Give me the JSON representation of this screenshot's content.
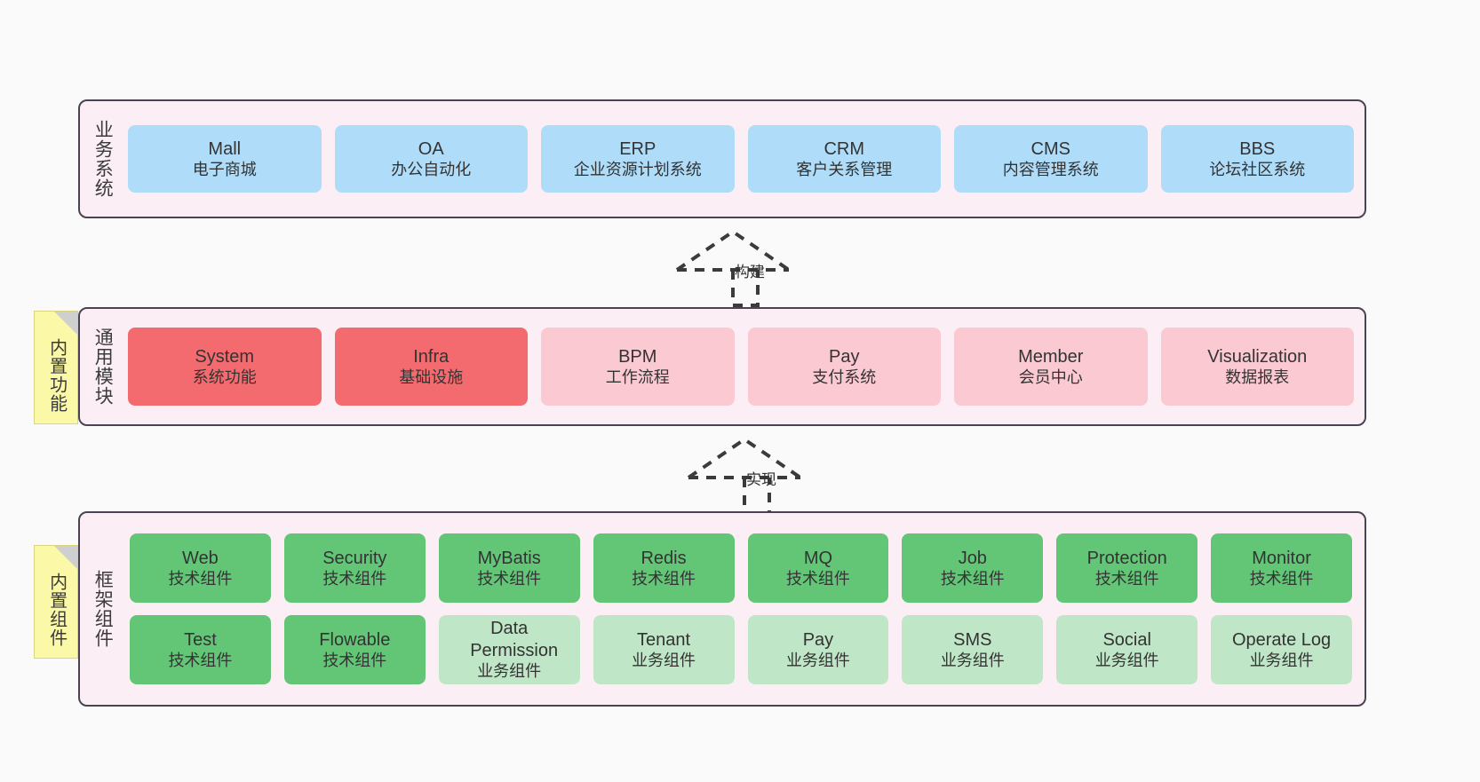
{
  "diagram": {
    "title": "Layered architecture of business systems, common modules and framework components",
    "colors": {
      "canvas_bg": "#fafafa",
      "layer_bg": "#fbeef5",
      "layer_border": "#4a4452",
      "business_card": "#aedcf9",
      "module_core": "#f46b6f",
      "module_optional": "#fbc9d2",
      "component_tech": "#63c677",
      "component_biz": "#bfe6c6",
      "note_bg": "#fbf8a8",
      "note_fold": "#cfcfcf"
    }
  },
  "layers": [
    {
      "id": "business",
      "label": "业务系统",
      "cards": [
        {
          "name": "Mall",
          "desc": "电子商城"
        },
        {
          "name": "OA",
          "desc": "办公自动化"
        },
        {
          "name": "ERP",
          "desc": "企业资源计划系统"
        },
        {
          "name": "CRM",
          "desc": "客户关系管理"
        },
        {
          "name": "CMS",
          "desc": "内容管理系统"
        },
        {
          "name": "BBS",
          "desc": "论坛社区系统"
        }
      ]
    },
    {
      "id": "modules",
      "label": "通用模块",
      "cards": [
        {
          "name": "System",
          "desc": "系统功能",
          "kind": "core"
        },
        {
          "name": "Infra",
          "desc": "基础设施",
          "kind": "core"
        },
        {
          "name": "BPM",
          "desc": "工作流程",
          "kind": "optional"
        },
        {
          "name": "Pay",
          "desc": "支付系统",
          "kind": "optional"
        },
        {
          "name": "Member",
          "desc": "会员中心",
          "kind": "optional"
        },
        {
          "name": "Visualization",
          "desc": "数据报表",
          "kind": "optional"
        }
      ]
    },
    {
      "id": "framework",
      "label": "框架组件",
      "rows": [
        [
          {
            "name": "Web",
            "desc": "技术组件",
            "kind": "tech"
          },
          {
            "name": "Security",
            "desc": "技术组件",
            "kind": "tech"
          },
          {
            "name": "MyBatis",
            "desc": "技术组件",
            "kind": "tech"
          },
          {
            "name": "Redis",
            "desc": "技术组件",
            "kind": "tech"
          },
          {
            "name": "MQ",
            "desc": "技术组件",
            "kind": "tech"
          },
          {
            "name": "Job",
            "desc": "技术组件",
            "kind": "tech"
          },
          {
            "name": "Protection",
            "desc": "技术组件",
            "kind": "tech"
          },
          {
            "name": "Monitor",
            "desc": "技术组件",
            "kind": "tech"
          }
        ],
        [
          {
            "name": "Test",
            "desc": "技术组件",
            "kind": "tech"
          },
          {
            "name": "Flowable",
            "desc": "技术组件",
            "kind": "tech"
          },
          {
            "name": "Data Permission",
            "desc": "业务组件",
            "kind": "biz"
          },
          {
            "name": "Tenant",
            "desc": "业务组件",
            "kind": "biz"
          },
          {
            "name": "Pay",
            "desc": "业务组件",
            "kind": "biz"
          },
          {
            "name": "SMS",
            "desc": "业务组件",
            "kind": "biz"
          },
          {
            "name": "Social",
            "desc": "业务组件",
            "kind": "biz"
          },
          {
            "name": "Operate Log",
            "desc": "业务组件",
            "kind": "biz"
          }
        ]
      ]
    }
  ],
  "notes": [
    {
      "id": "builtin-features",
      "label": "内置功能"
    },
    {
      "id": "builtin-components",
      "label": "内置组件"
    }
  ],
  "arrows": [
    {
      "id": "build",
      "label": "构建"
    },
    {
      "id": "implement",
      "label": "实现"
    }
  ]
}
